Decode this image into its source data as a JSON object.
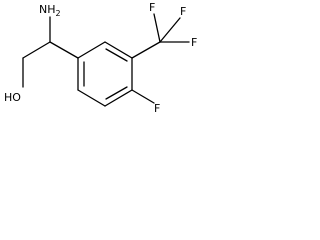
{
  "molecule": {
    "atoms": {
      "nh2": {
        "element": "N",
        "label": "NH",
        "subscript": "2"
      },
      "oh": {
        "element": "O",
        "label": "HO"
      },
      "f_ring": {
        "element": "F",
        "label": "F"
      },
      "f_cf3_top_left": {
        "element": "F",
        "label": "F"
      },
      "f_cf3_top_right": {
        "element": "F",
        "label": "F"
      },
      "f_cf3_right": {
        "element": "F",
        "label": "F"
      }
    }
  }
}
